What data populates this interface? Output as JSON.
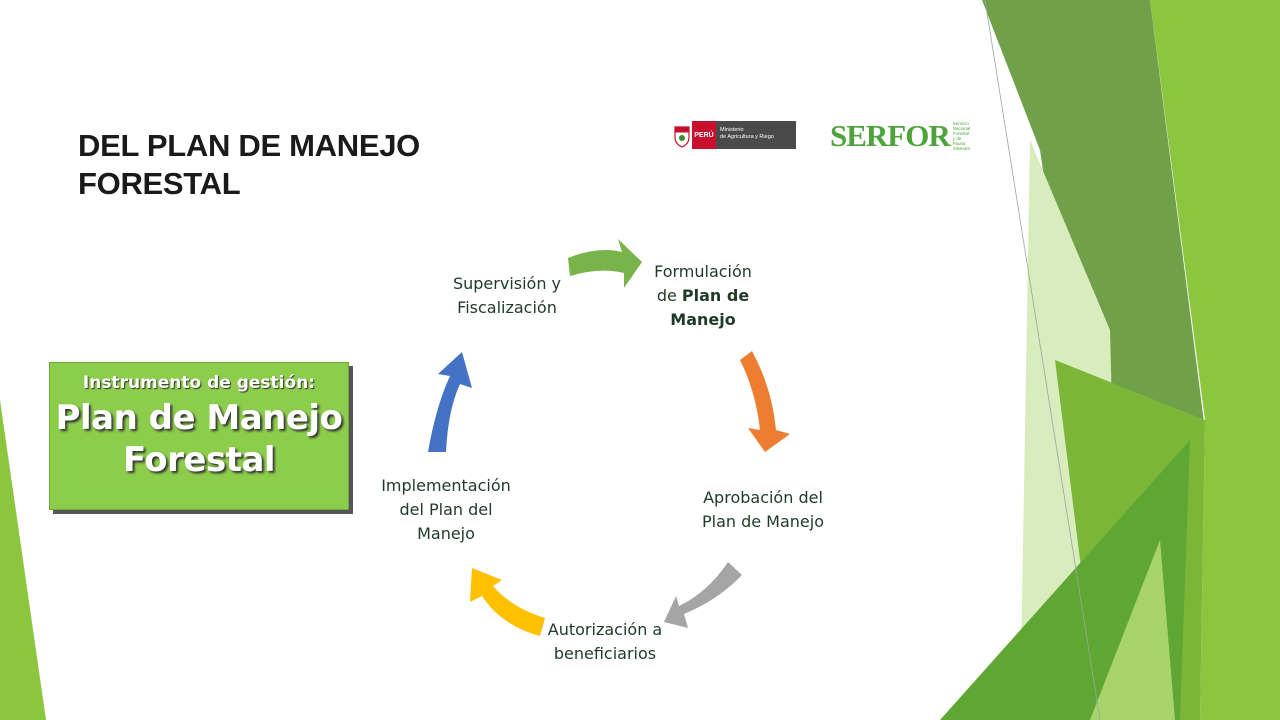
{
  "slide": {
    "title_line1": "DEL PLAN DE MANEJO",
    "title_line2": "FORESTAL"
  },
  "logos": {
    "peru_word": "PERÚ",
    "ministry_line1": "Ministerio",
    "ministry_line2": "de Agricultura y Riego",
    "serfor_word": "SERFOR",
    "serfor_sub": [
      "Servicio",
      "Nacional",
      "Forestal",
      "y de Fauna",
      "Silvestre"
    ]
  },
  "instrument_box": {
    "caption": "Instrumento de gestión:",
    "title_line1": "Plan de Manejo",
    "title_line2": "Forestal"
  },
  "cycle": {
    "formulacion": {
      "line1": "Formulación",
      "line2_prefix": "de ",
      "line2_bold": "Plan de",
      "line3_bold": "Manejo"
    },
    "aprobacion": {
      "line1": "Aprobación del",
      "line2": "Plan de Manejo"
    },
    "autorizacion": {
      "line1": "Autorización a",
      "line2": "beneficiarios"
    },
    "implementacion": {
      "line1": "Implementación",
      "line2": "del Plan del",
      "line3": "Manejo"
    },
    "supervision": {
      "line1": "Supervisión y",
      "line2": "Fiscalización"
    }
  },
  "colors": {
    "arrow_green": "#78b44a",
    "arrow_orange": "#ed7d31",
    "arrow_gray": "#a5a5a5",
    "arrow_yellow": "#ffc000",
    "arrow_blue": "#4472c4",
    "box_green": "#8ccd4c"
  }
}
